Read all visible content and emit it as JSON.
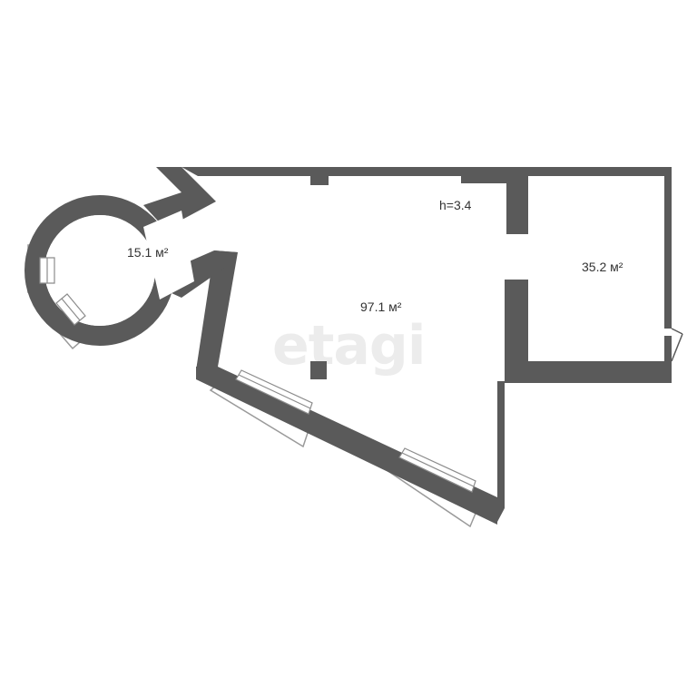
{
  "watermark": "etagi",
  "ceiling_height": "h=3.4",
  "rooms": [
    {
      "id": "round-room",
      "area": "15.1 м²"
    },
    {
      "id": "main-hall",
      "area": "97.1 м²"
    },
    {
      "id": "side-room",
      "area": "35.2 м²"
    }
  ],
  "colors": {
    "wall": "#5a5a5a",
    "window_frame": "#9a9a9a",
    "background": "#ffffff",
    "watermark": "#ececec"
  }
}
